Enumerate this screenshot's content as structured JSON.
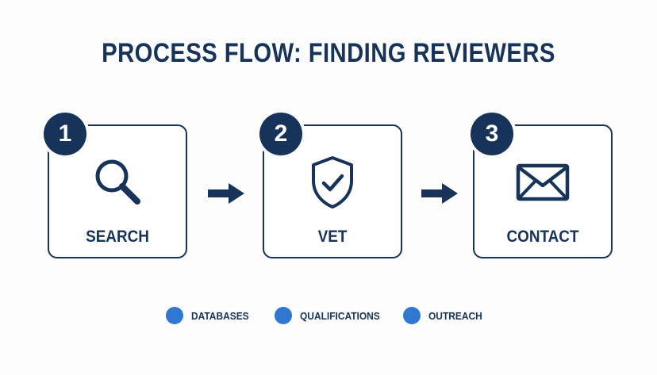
{
  "title": "PROCESS FLOW: FINDING REVIEWERS",
  "steps": [
    {
      "number": "1",
      "label": "SEARCH",
      "icon": "magnifier-icon"
    },
    {
      "number": "2",
      "label": "VET",
      "icon": "shield-check-icon"
    },
    {
      "number": "3",
      "label": "CONTACT",
      "icon": "envelope-icon"
    }
  ],
  "legend": [
    {
      "label": "DATABASES",
      "color": "#2f77d0"
    },
    {
      "label": "QUALIFICATIONS",
      "color": "#2f77d0"
    },
    {
      "label": "OUTREACH",
      "color": "#2f77d0"
    }
  ],
  "colors": {
    "primary": "#17335a",
    "accent": "#2f77d0"
  }
}
